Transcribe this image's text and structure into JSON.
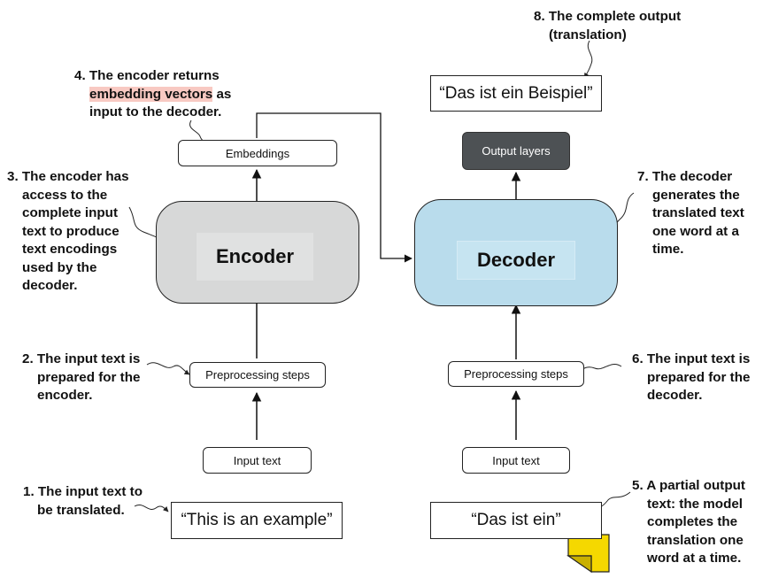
{
  "encoder": {
    "label": "Encoder"
  },
  "decoder": {
    "label": "Decoder"
  },
  "boxes": {
    "embeddings": "Embeddings",
    "output_layers": "Output layers",
    "enc_preprocessing": "Preprocessing steps",
    "dec_preprocessing": "Preprocessing steps",
    "enc_input": "Input text",
    "dec_input": "Input text",
    "source_text": "“This is an example”",
    "partial_output": "“Das ist ein”",
    "complete_output": "“Das ist ein Beispiel”"
  },
  "annotations": {
    "a1": [
      "1. The input text to",
      "be translated."
    ],
    "a2": [
      "2. The input text is",
      "prepared for the",
      "encoder."
    ],
    "a3": [
      "3. The encoder has",
      "access to the",
      "complete input",
      "text to produce",
      "text encodings",
      "used by the",
      "decoder."
    ],
    "a4": {
      "line1": "4. The encoder returns",
      "highlight": "embedding vectors",
      "line2_rest": " as",
      "line3": "input to the decoder."
    },
    "a5": [
      "5. A partial output",
      "text: the model",
      "completes the",
      "translation one",
      "word at a time."
    ],
    "a6": [
      "6. The input text is",
      "prepared for the",
      "decoder."
    ],
    "a7": [
      "7. The decoder",
      "generates the",
      "translated text",
      "one word at a",
      "time."
    ],
    "a8": [
      "8. The complete output",
      "(translation)"
    ]
  },
  "colors": {
    "encoder_fill": "#d7d8d8",
    "decoder_fill": "#b9dcec",
    "output_layers_fill": "#4d5154",
    "highlight": "#f8c9c2",
    "sticky_note": "#f5d800"
  }
}
